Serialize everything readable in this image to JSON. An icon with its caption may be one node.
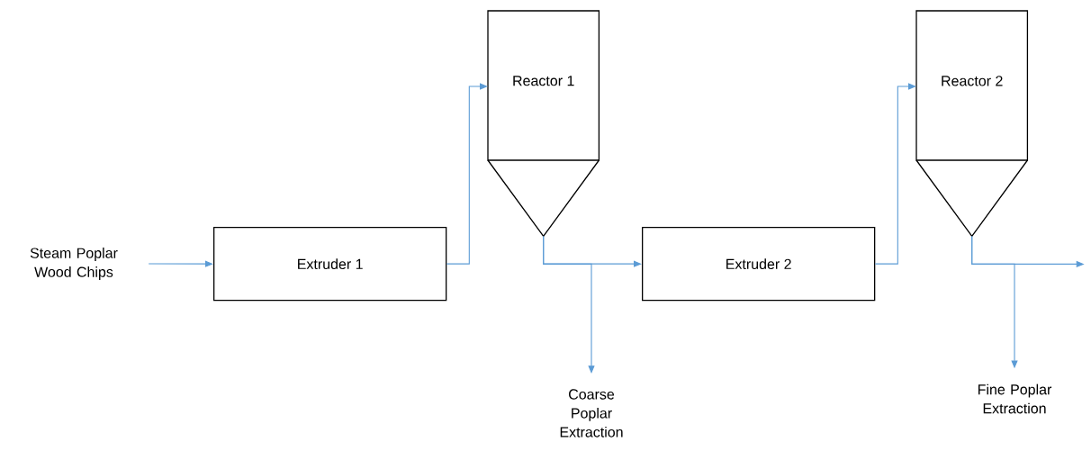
{
  "diagram": {
    "nodes": [
      {
        "text": [
          "Steam Poplar Wood Chips"
        ]
      },
      {
        "text": [
          "Extruder 1"
        ]
      },
      {
        "text": [
          "Reactor 1"
        ]
      },
      {
        "text": [
          "Extruder 2"
        ]
      },
      {
        "text": [
          "Reactor 2"
        ]
      },
      {
        "text": [
          "Coarse Poplar Extraction"
        ]
      },
      {
        "text": [
          "Fine Poplar Extraction"
        ]
      }
    ],
    "edges": [
      {
        "from": 0,
        "to": 1,
        "arrow": "to"
      },
      {
        "from": 1,
        "to": 2,
        "arrow": "to"
      },
      {
        "from": 2,
        "to": 3,
        "arrow": "to"
      },
      {
        "from": 2,
        "to": 5,
        "arrow": "to"
      },
      {
        "from": 3,
        "to": 4,
        "arrow": "to"
      },
      {
        "from": 4,
        "to": null,
        "arrow": "to"
      },
      {
        "from": 4,
        "to": 6,
        "arrow": "to"
      }
    ]
  }
}
